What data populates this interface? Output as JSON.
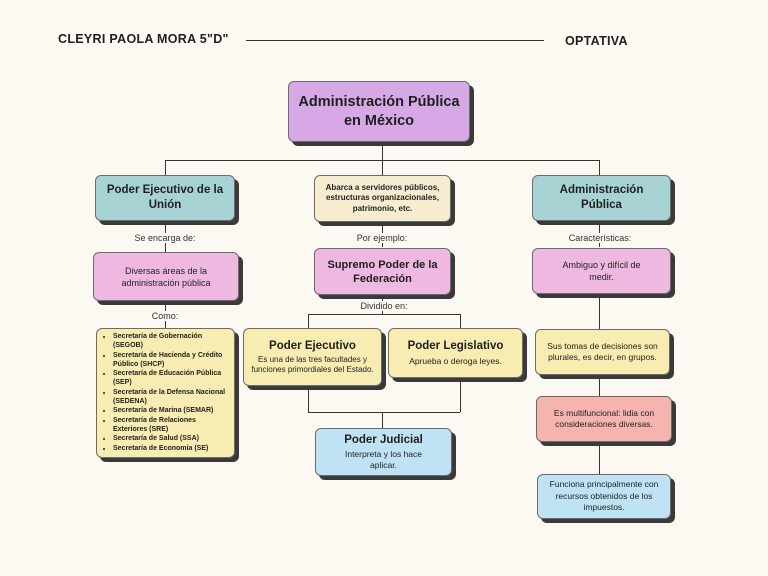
{
  "header": {
    "name": "CLEYRI PAOLA MORA 5\"D\"",
    "subject": "OPTATIVA"
  },
  "root": {
    "title": "Administración Pública en México"
  },
  "col1": {
    "title": "Poder Ejecutivo de la Unión",
    "link1": "Se encarga de:",
    "box2": "Diversas áreas de la administración pública",
    "link2": "Como:",
    "items": [
      "Secretaría de Gobernación (SEGOB)",
      "Secretaría de Hacienda y Crédito Público (SHCP)",
      "Secretaría de Educación Pública (SEP)",
      "Secretaría de la Defensa Nacional (SEDENA)",
      "Secretaría de Marina (SEMAR)",
      "Secretaría de Relaciones Exteriores (SRE)",
      "Secretaría de Salud (SSA)",
      "Secretaría de Economía (SE)"
    ]
  },
  "col2": {
    "title": "Abarca a servidores públicos, estructuras organizacionales, patrimonio, etc.",
    "link1": "Por ejemplo:",
    "box2": "Supremo Poder de la Federación",
    "link2": "Dividido en:",
    "ejecutivo": {
      "title": "Poder Ejecutivo",
      "desc": "Es una de las tres facultades y funciones primordiales del Estado."
    },
    "legislativo": {
      "title": "Poder Legislativo",
      "desc": "Aprueba o deroga leyes."
    },
    "judicial": {
      "title": "Poder Judicial",
      "desc": "Interpreta y los hace aplicar."
    }
  },
  "col3": {
    "title": "Administración Pública",
    "link1": "Características:",
    "c1": "Ambiguo y difícil de medir.",
    "c2": "Sus tomas de decisiones son plurales, es decir, en grupos.",
    "c3": "Es multifuncional: lidia con consideraciones diversas.",
    "c4": "Funciona principalmente con recursos obtenidos de los impuestos."
  }
}
